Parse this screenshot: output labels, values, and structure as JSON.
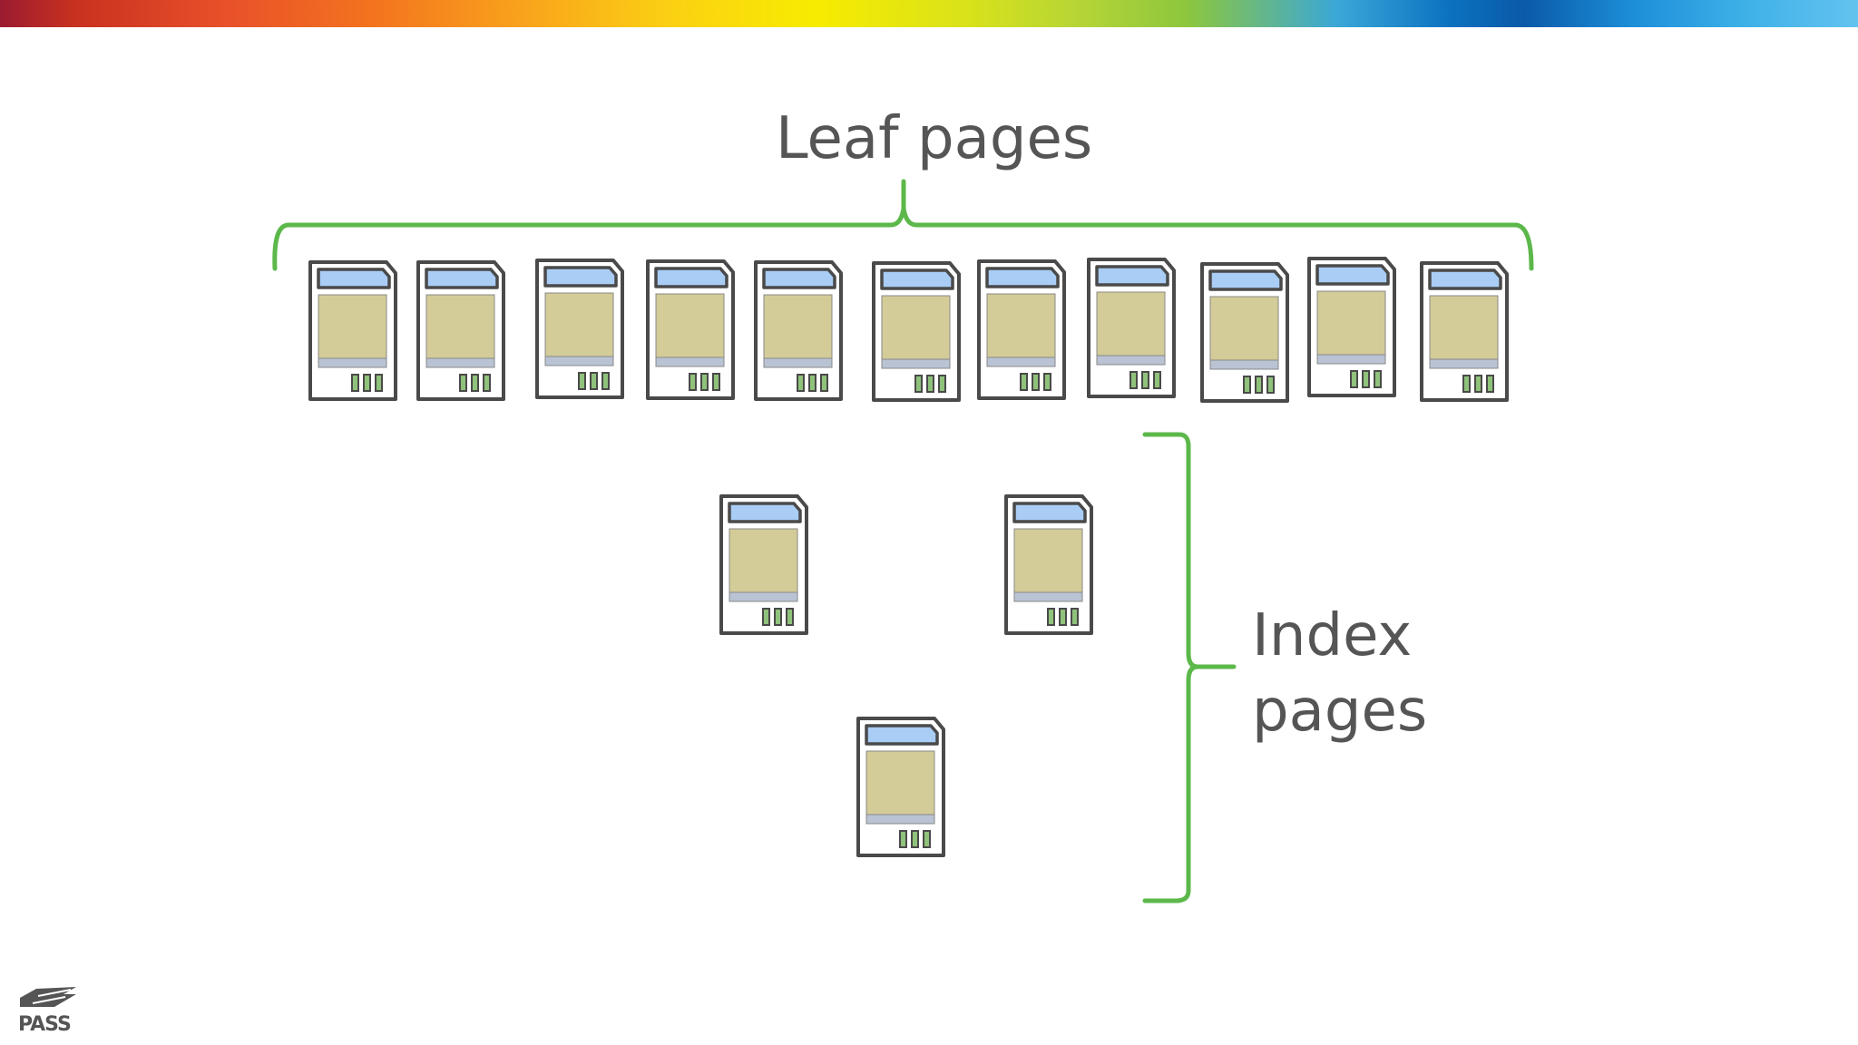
{
  "labels": {
    "leaf_title": "Leaf pages",
    "index_title_line1": "Index",
    "index_title_line2": "pages"
  },
  "logo": {
    "text": "PASS"
  },
  "colors": {
    "bracket": "#5cb84a",
    "page_outline": "#4a4a4a",
    "page_header": "#a9cdf5",
    "page_body": "#d3cc98",
    "page_footer": "#b9c3d4",
    "page_slots": "#8fc27a",
    "text": "#555555"
  },
  "counts": {
    "leaf_pages": 11,
    "index_pages": 3
  }
}
